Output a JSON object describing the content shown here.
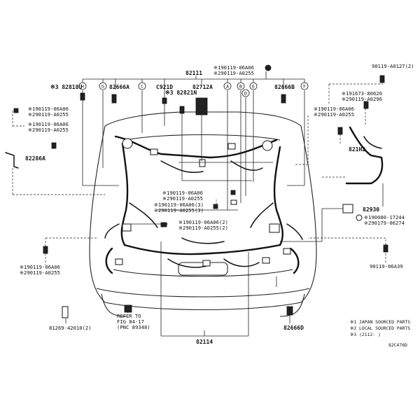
{
  "parts": {
    "p82111": "82111",
    "p82114": "82114",
    "p82818U": "※3 82818U",
    "p82666A": "82666A",
    "pC921D": "C921D",
    "p82712A": "82712A",
    "p82821N": "※3 82821N",
    "p82666B": "82666B",
    "p82286A": "82286A",
    "p821H2": "821H2",
    "p82930": "82930",
    "p82666D": "82666D",
    "p81269": "81269-42010(2)"
  },
  "callouts": [
    "H",
    "G",
    "C",
    "A",
    "B",
    "E",
    "D",
    "F"
  ],
  "fasteners": {
    "top_center_1": "※190119-06A06",
    "top_center_2": "※290119-A0255",
    "left_a_1": "※190119-06A06",
    "left_a_2": "※290119-A0255",
    "left_b_1": "※190119-06A06",
    "left_b_2": "※290119-A0255",
    "right_top": "90119-A0127(2)",
    "right_a_1": "※191673-80620",
    "right_a_2": "※290119-A0296",
    "right_b_1": "※190119-06A06",
    "right_b_2": "※290119-A0255",
    "mid_1": "※190119-06A06",
    "mid_2": "※290119-A0255",
    "mid_3": "※190119-06A06(3)",
    "mid_4": "※290119-A0255(3)",
    "mid_5": "※190119-06A06(2)",
    "mid_6": "※290119-A0255(2)",
    "right_c_1": "※190080-17244",
    "right_c_2": "※290179-06274",
    "bottom_left_1": "※190119-06A06",
    "bottom_left_2": "※290119-A0255",
    "bottom_right": "90119-06A39"
  },
  "refer": {
    "line1": "REFER TO",
    "line2": "FIG 84-17",
    "line3": "(PNC 89348)"
  },
  "legend": {
    "line1": "※1 JAPAN SOURCED PARTS",
    "line2": "※2 LOCAL SOURCED PARTS",
    "line3": "※3 (2112-      )"
  },
  "code": "82C476D"
}
